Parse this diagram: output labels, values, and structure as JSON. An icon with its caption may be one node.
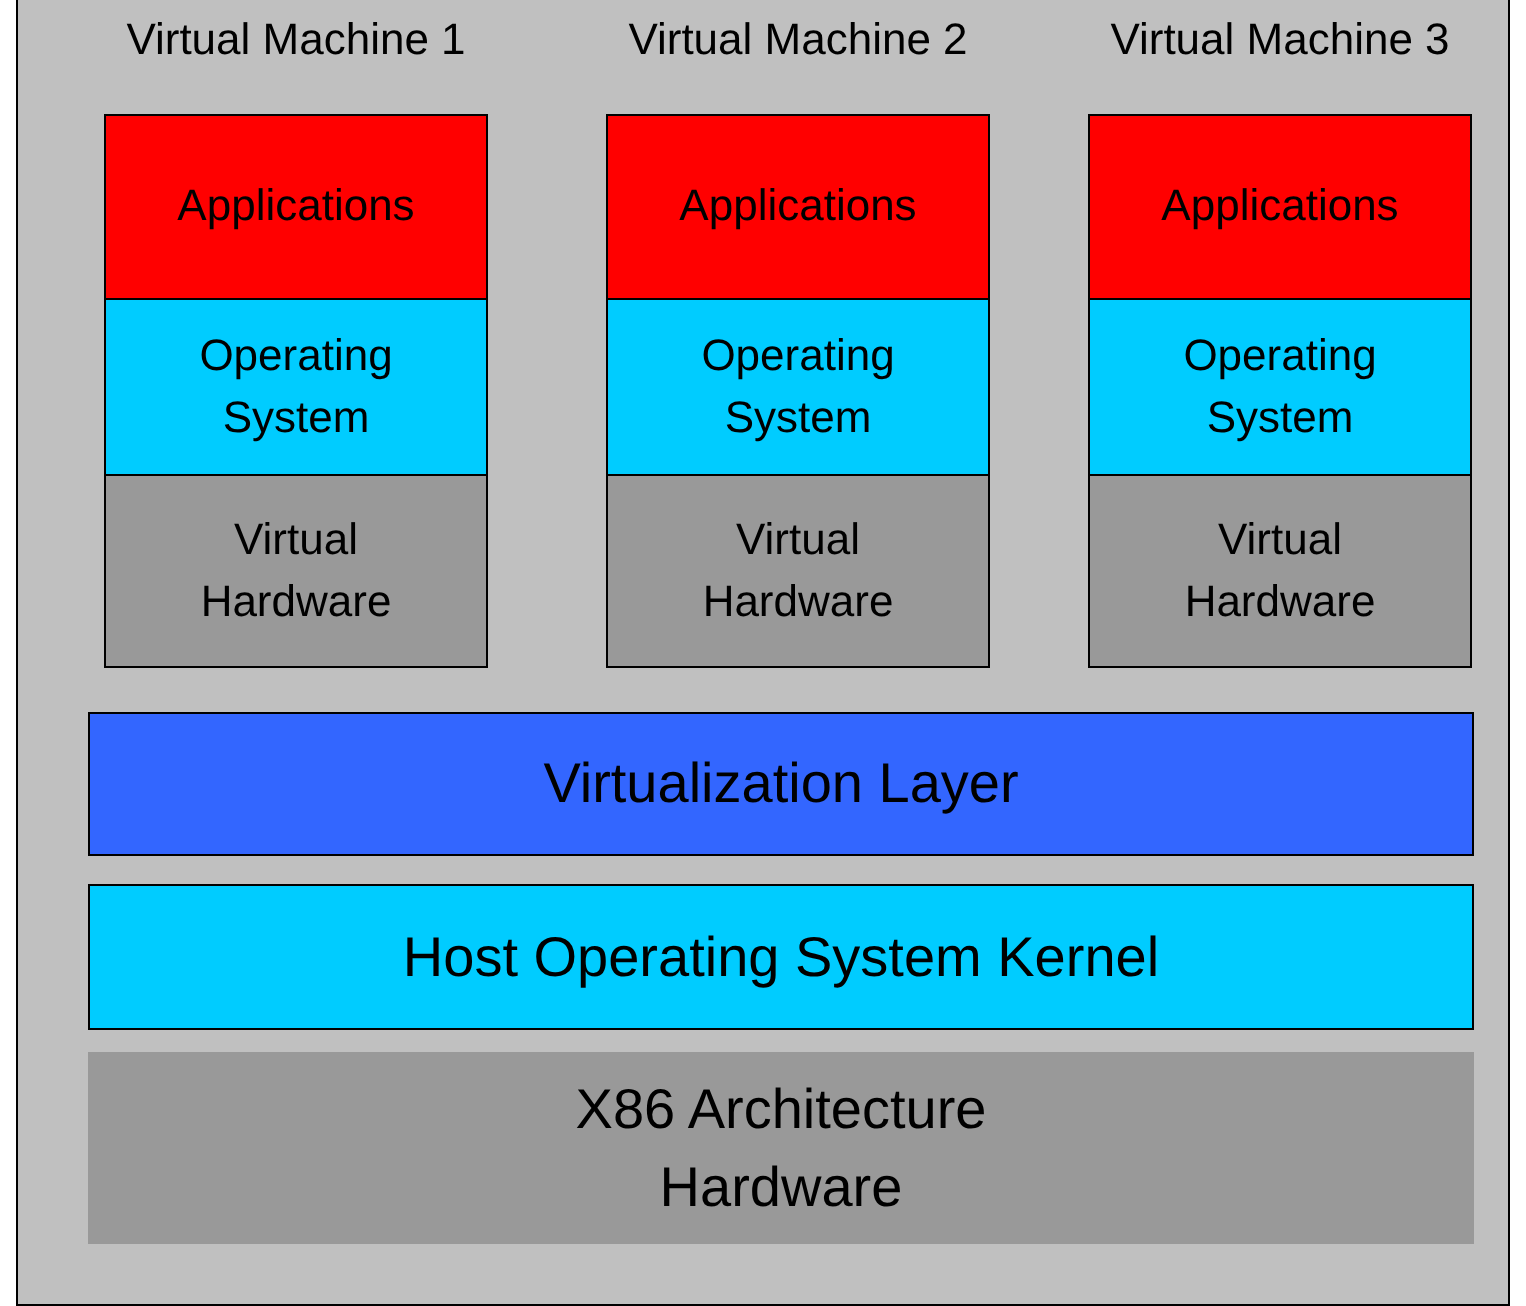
{
  "diagram": {
    "nodes": [
      {
        "text": [],
        "shape": "box"
      },
      {
        "text": [
          "Virtual Machine 1"
        ],
        "in": 0
      },
      {
        "text": [
          "Applications"
        ],
        "in": 1
      },
      {
        "text": [
          "Operating System"
        ],
        "in": 1
      },
      {
        "text": [
          "Virtual Hardware"
        ],
        "in": 1
      },
      {
        "text": [
          "Virtual Machine 2"
        ],
        "in": 0
      },
      {
        "text": [
          "Applications"
        ],
        "in": 5
      },
      {
        "text": [
          "Operating System"
        ],
        "in": 5
      },
      {
        "text": [
          "Virtual Hardware"
        ],
        "in": 5
      },
      {
        "text": [
          "Virtual Machine 3"
        ],
        "in": 0
      },
      {
        "text": [
          "Applications"
        ],
        "in": 9
      },
      {
        "text": [
          "Operating System"
        ],
        "in": 9
      },
      {
        "text": [
          "Virtual Hardware"
        ],
        "in": 9
      },
      {
        "text": [
          "Virtualization Layer"
        ],
        "in": 0
      },
      {
        "text": [
          "Host Operating System Kernel"
        ],
        "in": 0
      },
      {
        "text": [
          "X86 Architecture Hardware"
        ],
        "in": 0
      }
    ]
  }
}
